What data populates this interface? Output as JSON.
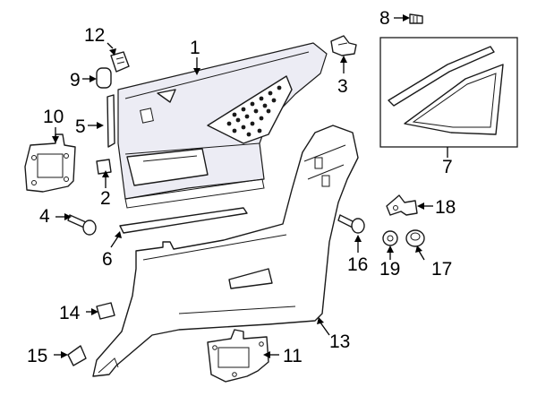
{
  "callouts": {
    "c1": "1",
    "c2": "2",
    "c3": "3",
    "c4": "4",
    "c5": "5",
    "c6": "6",
    "c7": "7",
    "c8": "8",
    "c9": "9",
    "c10": "10",
    "c11": "11",
    "c12": "12",
    "c13": "13",
    "c14": "14",
    "c15": "15",
    "c16": "16",
    "c17": "17",
    "c18": "18",
    "c19": "19"
  },
  "colors": {
    "line": "#1a1a1a",
    "panel_shade": "#ececf4",
    "background": "#ffffff"
  }
}
